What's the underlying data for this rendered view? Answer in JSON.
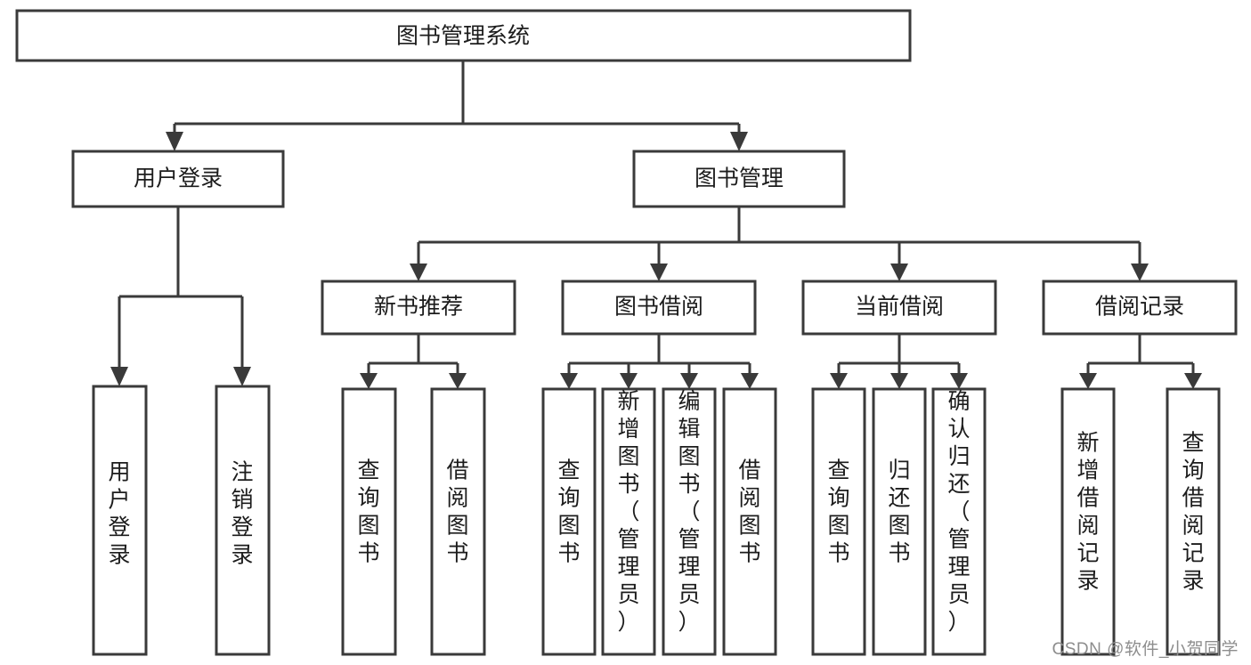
{
  "diagram": {
    "type": "tree-hierarchy",
    "title": "图书管理系统",
    "watermark": "CSDN @软件_小贺同学",
    "colors": {
      "stroke": "#3a3a3a",
      "fill": "#ffffff",
      "text": "#1c1c1c",
      "watermark": "#8d8d8d",
      "background": "#ffffff"
    },
    "levels": {
      "root": {
        "label": "图书管理系统"
      },
      "level1": [
        {
          "id": "user-login",
          "label": "用户登录"
        },
        {
          "id": "book-management",
          "label": "图书管理"
        }
      ],
      "level2": [
        {
          "id": "new-book-recommend",
          "label": "新书推荐",
          "parent": "book-management"
        },
        {
          "id": "book-borrow",
          "label": "图书借阅",
          "parent": "book-management"
        },
        {
          "id": "current-borrow",
          "label": "当前借阅",
          "parent": "book-management"
        },
        {
          "id": "borrow-record",
          "label": "借阅记录",
          "parent": "book-management"
        }
      ],
      "leaves": [
        {
          "id": "leaf-user-login",
          "label": "用户登录",
          "parent": "user-login"
        },
        {
          "id": "leaf-logout-login",
          "label": "注销登录",
          "parent": "user-login"
        },
        {
          "id": "leaf-query-book-1",
          "label": "查询图书",
          "parent": "new-book-recommend"
        },
        {
          "id": "leaf-borrow-book-1",
          "label": "借阅图书",
          "parent": "new-book-recommend"
        },
        {
          "id": "leaf-query-book-2",
          "label": "查询图书",
          "parent": "book-borrow"
        },
        {
          "id": "leaf-add-book",
          "label": "新增图书（管理员）",
          "parent": "book-borrow"
        },
        {
          "id": "leaf-edit-book",
          "label": "编辑图书（管理员）",
          "parent": "book-borrow"
        },
        {
          "id": "leaf-borrow-book-2",
          "label": "借阅图书",
          "parent": "book-borrow"
        },
        {
          "id": "leaf-query-book-3",
          "label": "查询图书",
          "parent": "current-borrow"
        },
        {
          "id": "leaf-return-book",
          "label": "归还图书",
          "parent": "current-borrow"
        },
        {
          "id": "leaf-confirm-return",
          "label": "确认归还（管理员）",
          "parent": "current-borrow"
        },
        {
          "id": "leaf-add-record",
          "label": "新增借阅记录",
          "parent": "borrow-record"
        },
        {
          "id": "leaf-query-record",
          "label": "查询借阅记录",
          "parent": "borrow-record"
        }
      ]
    }
  }
}
